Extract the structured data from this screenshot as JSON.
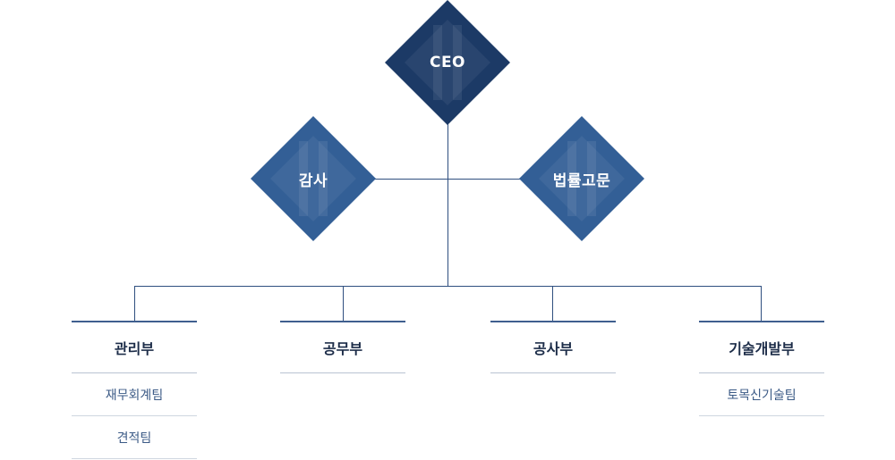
{
  "org": {
    "ceo": {
      "label": "CEO",
      "color": "#1c3a66"
    },
    "advisors": [
      {
        "label": "감사",
        "color": "#335f96"
      },
      {
        "label": "법률고문",
        "color": "#335f96"
      }
    ],
    "line_color": "#2f4f7f",
    "departments": [
      {
        "label": "관리부",
        "teams": [
          "재무회계팀",
          "견적팀"
        ]
      },
      {
        "label": "공무부",
        "teams": []
      },
      {
        "label": "공사부",
        "teams": []
      },
      {
        "label": "기술개발부",
        "teams": [
          "토목신기술팀"
        ]
      }
    ]
  }
}
